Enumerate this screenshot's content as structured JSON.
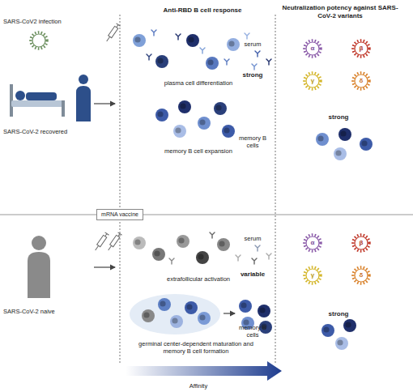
{
  "diagram": {
    "nodes": [
      {
        "text": [
          "mRNA vaccine"
        ]
      },
      {
        "text": [
          "germinal center-dependent maturation and memory B cell formation"
        ]
      }
    ],
    "labels": [
      "Anti-RBD B cell response",
      "Neutralization potency against SARS-CoV-2 variants",
      "SARS-CoV2 infection",
      "plasma cell differentiation",
      "serum",
      "α",
      "β",
      "γ",
      "δ",
      "strong",
      "SARS-CoV-2 recovered",
      "memory B cell expansion",
      "strong",
      "memory B cells",
      "SARS-CoV-2 naive",
      "extrafollicular activation",
      "serum",
      "α",
      "β",
      "γ",
      "δ",
      "variable",
      "strong",
      "memory B cells",
      "Affinity"
    ]
  }
}
